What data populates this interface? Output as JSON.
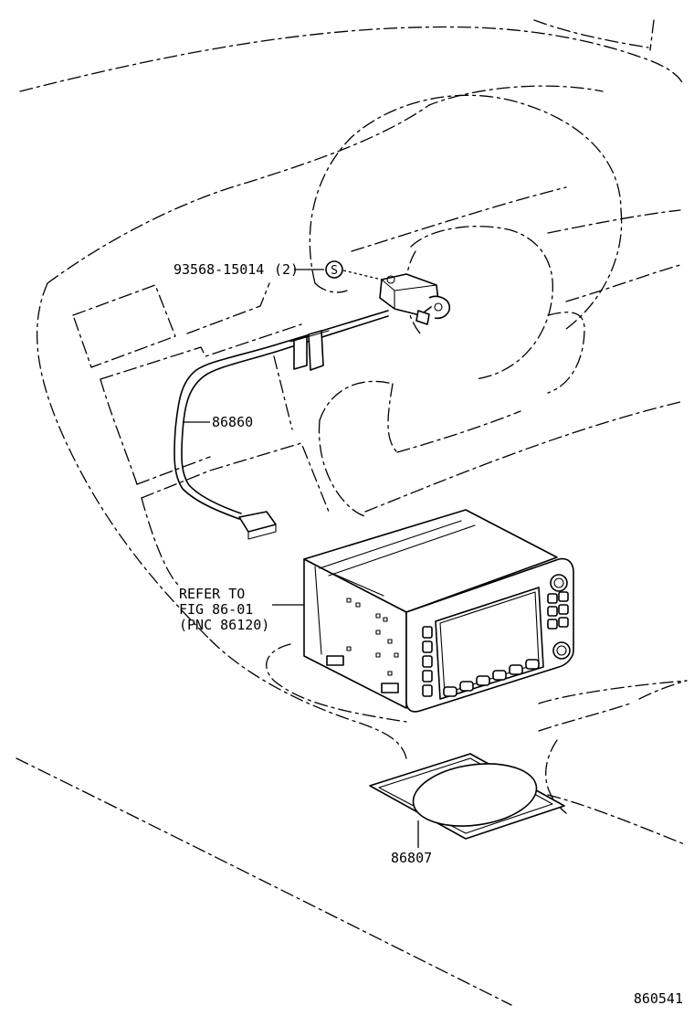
{
  "callouts": {
    "clip_part": "93568-15014",
    "clip_qty": "(2)",
    "clip_symbol": "S",
    "harness_part": "86860",
    "refer_line1": "REFER TO",
    "refer_line2": "FIG 86-01",
    "refer_line3": "(PNC 86120)",
    "disc_part": "86807"
  },
  "figure_id": "860541"
}
